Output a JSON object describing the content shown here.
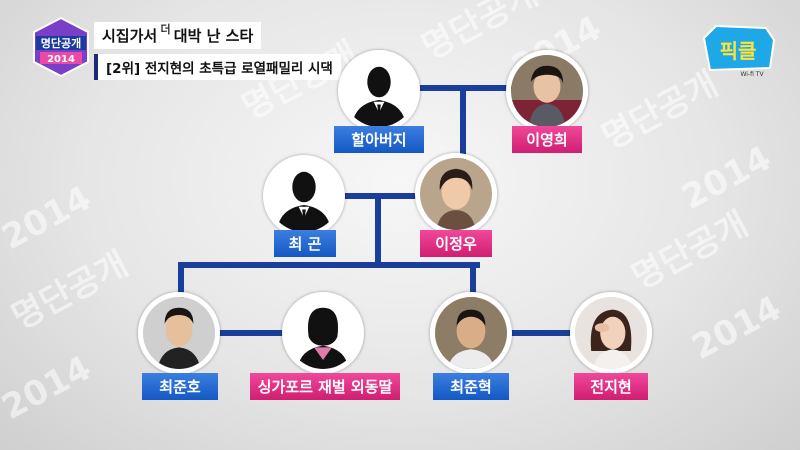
{
  "header": {
    "logo_line1": "명단공개",
    "logo_line2": "2014",
    "title_part1": "시집가서",
    "title_small": "더",
    "title_part2": "대박 난 스타",
    "subtitle": "[2위] 전지현의 초특급 로열패밀리 시댁"
  },
  "channel_logo": {
    "text": "픽클",
    "sub": "Wi-fi TV"
  },
  "watermark": {
    "text1": "명단공개",
    "text2": "2014"
  },
  "family_tree": {
    "grandfather": {
      "label": "할아버지",
      "color": "#1f6ad6",
      "silhouette": true
    },
    "grandmother": {
      "label": "이영희",
      "color": "#e0287f"
    },
    "father": {
      "label": "최 곤",
      "color": "#1f6ad6",
      "silhouette": true
    },
    "mother": {
      "label": "이정우",
      "color": "#e0287f"
    },
    "son1": {
      "label": "최준호",
      "color": "#1f6ad6"
    },
    "son1_wife": {
      "label": "싱가포르 재벌 외동딸",
      "color": "#e0287f",
      "silhouette": true
    },
    "son2": {
      "label": "최준혁",
      "color": "#1f6ad6"
    },
    "son2_wife": {
      "label": "전지현",
      "color": "#e0287f"
    }
  },
  "colors": {
    "line": "#1a3f9a",
    "blue_tag": "#1f6ad6",
    "pink_tag": "#e0287f"
  }
}
